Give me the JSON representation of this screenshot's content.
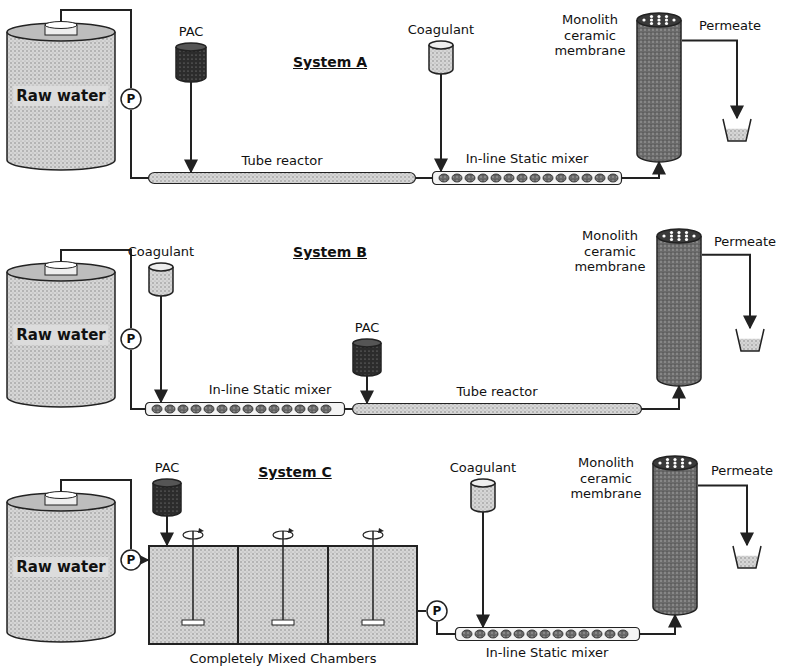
{
  "diagram": {
    "nodes": [
      {
        "text": [
          "Raw water"
        ]
      },
      {
        "text": [
          "P"
        ]
      },
      {
        "text": [
          "PAC"
        ]
      },
      {
        "text": [
          "Tube reactor"
        ]
      },
      {
        "text": [
          "Coagulant"
        ]
      },
      {
        "text": [
          "In-line Static mixer"
        ]
      },
      {
        "text": [
          "Monolith ceramic membrane"
        ]
      },
      {
        "text": [
          "Permeate"
        ]
      },
      {
        "text": [
          "Raw water"
        ]
      },
      {
        "text": [
          "P"
        ]
      },
      {
        "text": [
          "Coagulant"
        ]
      },
      {
        "text": [
          "In-line Static mixer"
        ]
      },
      {
        "text": [
          "PAC"
        ]
      },
      {
        "text": [
          "Tube reactor"
        ]
      },
      {
        "text": [
          "Monolith ceramic membrane"
        ]
      },
      {
        "text": [
          "Permeate"
        ]
      },
      {
        "text": [
          "Raw water"
        ]
      },
      {
        "text": [
          "P"
        ]
      },
      {
        "text": [
          "PAC"
        ]
      },
      {
        "text": [
          "Completely Mixed Chambers"
        ]
      },
      {
        "text": [
          "P"
        ]
      },
      {
        "text": [
          "Coagulant"
        ]
      },
      {
        "text": [
          "In-line Static mixer"
        ]
      },
      {
        "text": [
          "Monolith ceramic membrane"
        ]
      },
      {
        "text": [
          "Permeate"
        ]
      }
    ],
    "edges": [
      {
        "from": 0,
        "to": 1,
        "arrow": "none"
      },
      {
        "from": 1,
        "to": 3,
        "arrow": "none"
      },
      {
        "from": 2,
        "to": 3,
        "arrow": "to"
      },
      {
        "from": 3,
        "to": 5,
        "arrow": "none"
      },
      {
        "from": 4,
        "to": 5,
        "arrow": "to"
      },
      {
        "from": 5,
        "to": 6,
        "arrow": "to"
      },
      {
        "from": 6,
        "to": 7,
        "arrow": "to"
      },
      {
        "from": 8,
        "to": 9,
        "arrow": "none"
      },
      {
        "from": 9,
        "to": 11,
        "arrow": "none"
      },
      {
        "from": 10,
        "to": 11,
        "arrow": "to"
      },
      {
        "from": 11,
        "to": 13,
        "arrow": "none"
      },
      {
        "from": 12,
        "to": 13,
        "arrow": "to"
      },
      {
        "from": 13,
        "to": 14,
        "arrow": "to"
      },
      {
        "from": 14,
        "to": 15,
        "arrow": "to"
      },
      {
        "from": 16,
        "to": 17,
        "arrow": "none"
      },
      {
        "from": 17,
        "to": 19,
        "arrow": "to"
      },
      {
        "from": 18,
        "to": 19,
        "arrow": "to"
      },
      {
        "from": 19,
        "to": 20,
        "arrow": "none"
      },
      {
        "from": 20,
        "to": 22,
        "arrow": "none"
      },
      {
        "from": 21,
        "to": 22,
        "arrow": "to"
      },
      {
        "from": 22,
        "to": 23,
        "arrow": "to"
      },
      {
        "from": 23,
        "to": 24,
        "arrow": "to"
      }
    ],
    "labels": [
      "System A",
      "System B",
      "System C"
    ]
  }
}
